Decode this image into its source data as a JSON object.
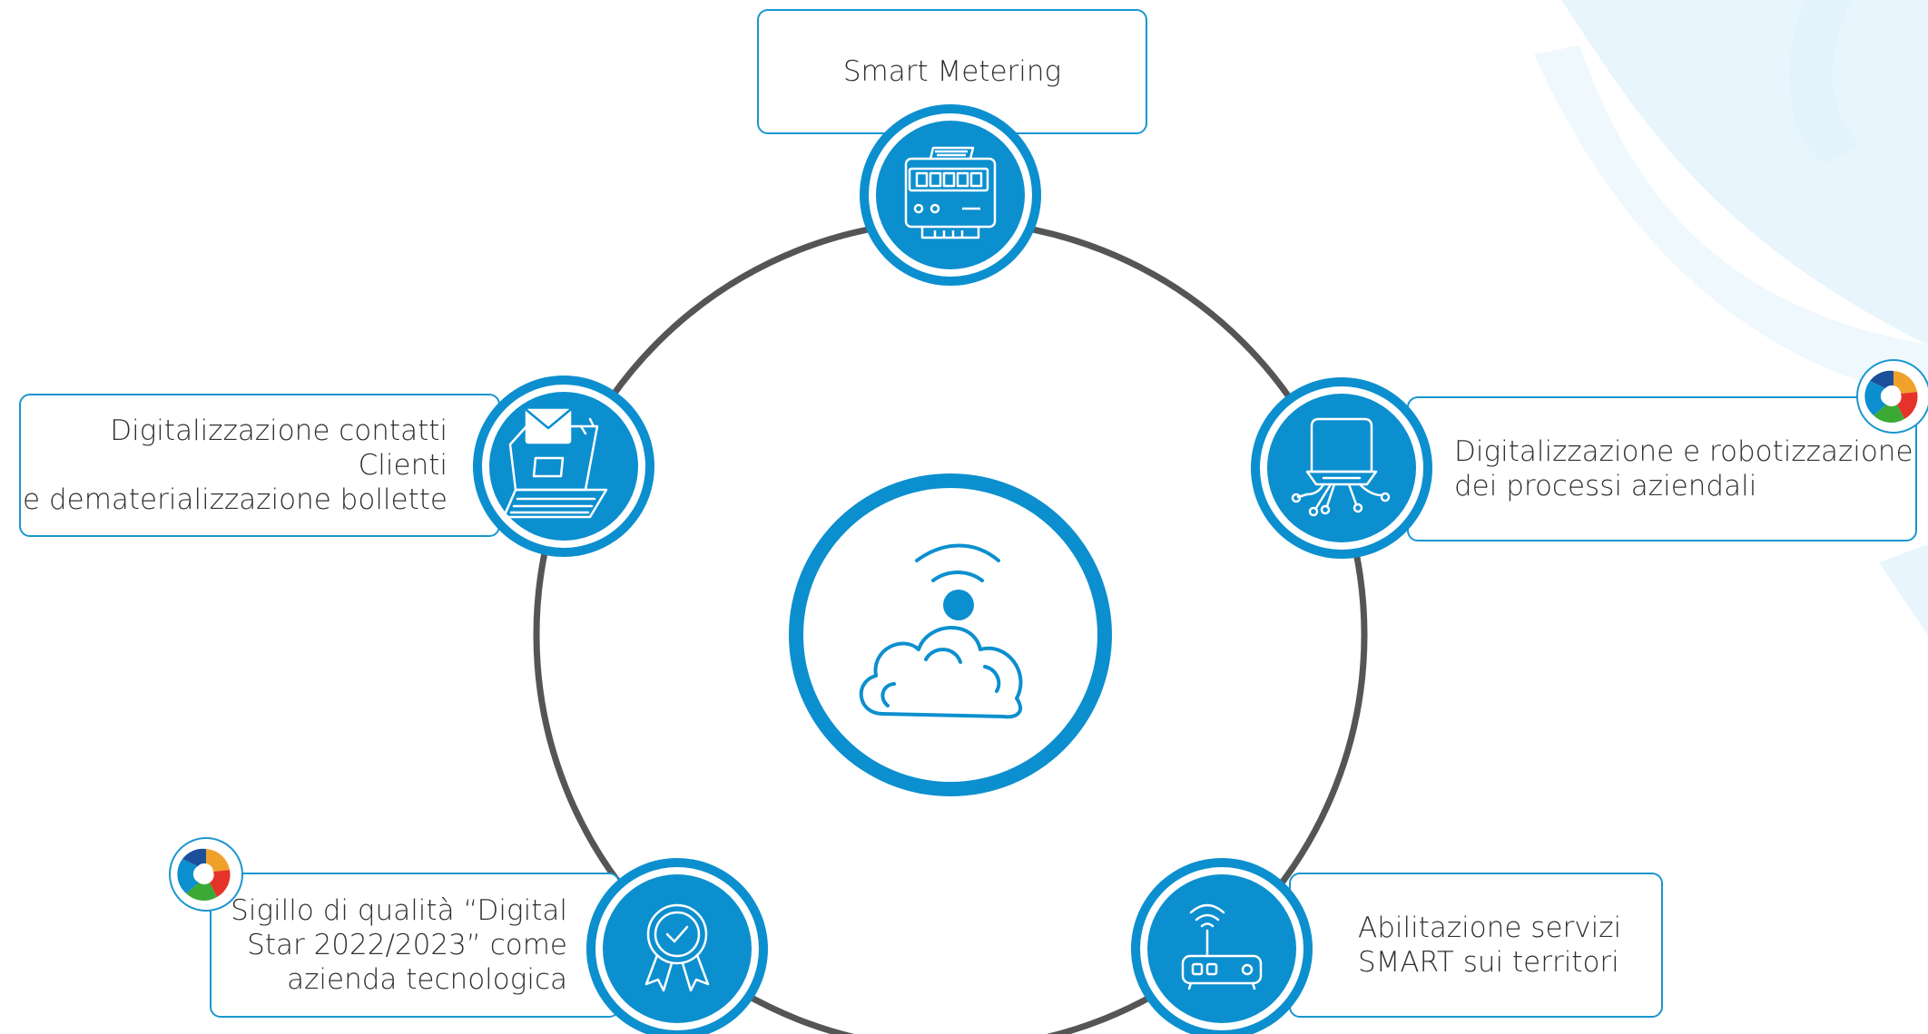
{
  "nodes": {
    "top": {
      "label": "Smart Metering",
      "icon": "electricity-meter-icon"
    },
    "left": {
      "label": "Digitalizzazione contatti Clienti\ne dematerializzazione bollette",
      "icon": "laptop-mail-icon"
    },
    "right": {
      "label": "Digitalizzazione e robotizzazione\ndei processi aziendali",
      "icon": "circuit-robot-icon"
    },
    "bottom_left": {
      "label": "Sigillo di qualità “Digital\nStar 2022/2023” come\nazienda tecnologica",
      "icon": "award-badge-icon"
    },
    "bottom_right": {
      "label": "Abilitazione servizi\nSMART sui territori",
      "icon": "wifi-router-icon"
    }
  },
  "center": {
    "icon": "cloud-wifi-icon"
  },
  "badges": [
    "swirl-logo-icon",
    "swirl-logo-icon"
  ],
  "colors": {
    "primary": "#0c8fcf",
    "card_border": "#1a96d0",
    "ring": "#555555",
    "background_swoosh": "#e8f5fc",
    "text": "#2f2f2f"
  }
}
